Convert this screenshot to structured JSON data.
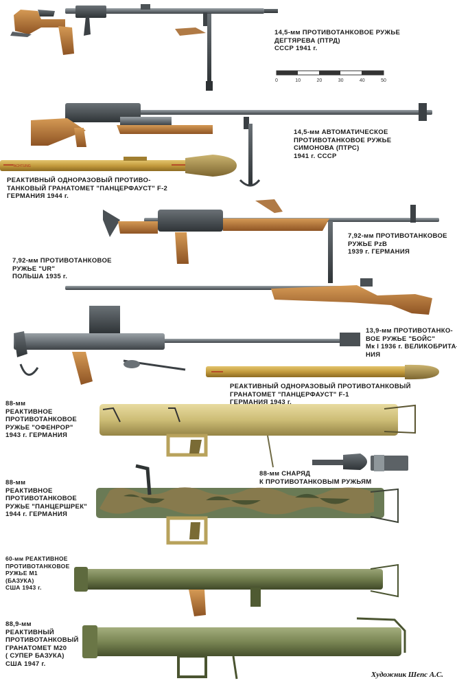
{
  "captions": {
    "ptrd": [
      "14,5-мм ПРОТИВОТАНКОВОЕ РУЖЬЕ",
      "ДЕГТЯРЕВА (ПТРД)",
      "СССР 1941 г."
    ],
    "ptrs": [
      "14,5-мм АВТОМАТИЧЕСКОЕ",
      "ПРОТИВОТАНКОВОЕ РУЖЬЕ",
      "СИМОНОВА (ПТРС)",
      "1941 г. СССР"
    ],
    "pf2": [
      "РЕАКТИВНЫЙ ОДНОРАЗОВЫЙ ПРОТИВО-",
      "ТАНКОВЫЙ ГРАНАТОМЕТ \"ПАНЦЕРФАУСТ\" F-2",
      "ГЕРМАНИЯ 1944 г."
    ],
    "pzb": [
      "7,92-мм ПРОТИВОТАНКОВОЕ",
      "РУЖЬЕ PzB",
      "1939 г. ГЕРМАНИЯ"
    ],
    "ur": [
      "7,92-мм ПРОТИВОТАНКОВОЕ",
      "РУЖЬЕ \"UR\"",
      "ПОЛЬША 1935 г."
    ],
    "boys": [
      "13,9-мм ПРОТИВОТАНКО-",
      "ВОЕ РУЖЬЕ \"БОЙС\"",
      "Мк I 1936 г. ВЕЛИКОБРИТА-",
      "НИЯ"
    ],
    "pf1": [
      "РЕАКТИВНЫЙ ОДНОРАЗОВЫЙ ПРОТИВОТАНКОВЫЙ",
      "ГРАНАТОМЕТ \"ПАНЦЕРФАУСТ\" F-1",
      "ГЕРМАНИЯ 1943 г."
    ],
    "ofenrohr": [
      "88-мм",
      "РЕАКТИВНОЕ",
      "ПРОТИВОТАНКОВОЕ",
      "РУЖЬЕ \"ОФЕНРОР\"",
      "1943 г. ГЕРМАНИЯ"
    ],
    "shell": [
      "88-мм СНАРЯД",
      "К ПРОТИВОТАНКОВЫМ РУЖЬЯМ"
    ],
    "panzerschreck": [
      "88-мм",
      "РЕАКТИВНОЕ",
      "ПРОТИВОТАНКОВОЕ",
      "РУЖЬЕ \"ПАНЦЕРШРЕК\"",
      "1944 г. ГЕРМАНИЯ"
    ],
    "bazooka": [
      "60-мм РЕАКТИВНОЕ",
      "ПРОТИВОТАНКОВОЕ",
      "РУЖЬЕ М1",
      "(БАЗУКА)",
      "США 1943 г."
    ],
    "superbazooka": [
      "88,9-мм",
      "РЕАКТИВНЫЙ",
      "ПРОТИВОТАНКОВЫЙ",
      "ГРАНАТОМЕТ М20",
      "( СУПЕР БАЗУКА)",
      "США 1947 г."
    ]
  },
  "scale": {
    "ticks": [
      "0",
      "10",
      "20",
      "30",
      "40",
      "50"
    ]
  },
  "signature": "Художник Шепс А.С.",
  "colors": {
    "steel_gray": "#6f757a",
    "wood": "#b5722f",
    "panzerfaust_tube": "#c8a24a",
    "panzerfaust_head": "#b89a4a",
    "ofenrohr_tan": "#cfc07a",
    "bazooka_green": "#6e7a4a"
  }
}
